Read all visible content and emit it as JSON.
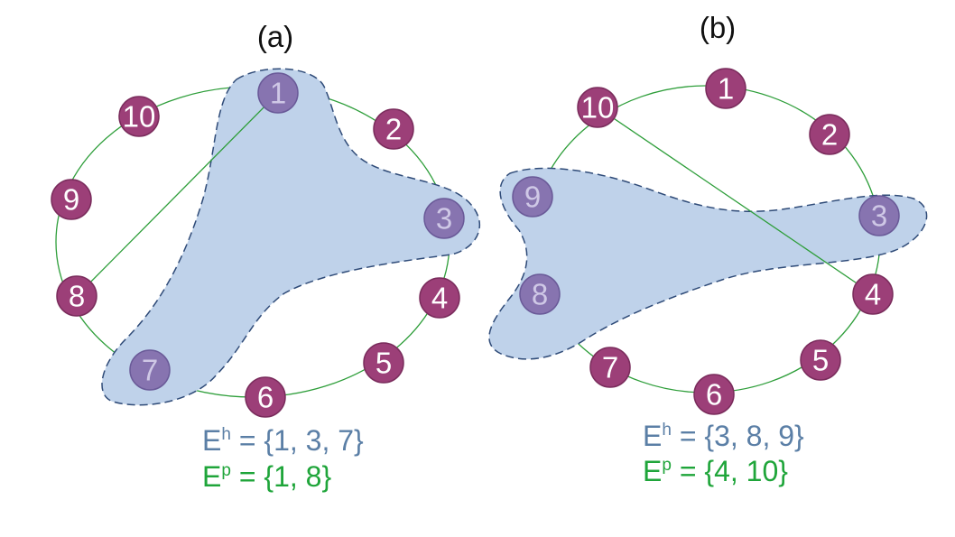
{
  "colors": {
    "node_fill": "#9c3f78",
    "node_outline": "#7a2c5c",
    "hyper_fill": "#bfd2ea",
    "hyper_outline": "#2f4b78",
    "highlight_node": "#8774b0",
    "cycle_edge": "#2e9e3a",
    "hyper_text": "#5b7fa6",
    "pair_text": "#1fa53a"
  },
  "panels": [
    {
      "label": "(a)",
      "nodes": [
        "1",
        "2",
        "3",
        "4",
        "5",
        "6",
        "7",
        "8",
        "9",
        "10"
      ],
      "hyperedge_nodes": [
        "1",
        "3",
        "7"
      ],
      "pair_edge_nodes": [
        "1",
        "8"
      ],
      "eq_h": {
        "symbol": "E",
        "sup": "h",
        "rest": " = {1, 3, 7}"
      },
      "eq_p": {
        "symbol": "E",
        "sup": "p",
        "rest": " = {1, 8}"
      }
    },
    {
      "label": "(b)",
      "nodes": [
        "1",
        "2",
        "3",
        "4",
        "5",
        "6",
        "7",
        "8",
        "9",
        "10"
      ],
      "hyperedge_nodes": [
        "3",
        "8",
        "9"
      ],
      "pair_edge_nodes": [
        "4",
        "10"
      ],
      "eq_h": {
        "symbol": "E",
        "sup": "h",
        "rest": " = {3, 8, 9}"
      },
      "eq_p": {
        "symbol": "E",
        "sup": "p",
        "rest": " = {4, 10}"
      }
    }
  ]
}
